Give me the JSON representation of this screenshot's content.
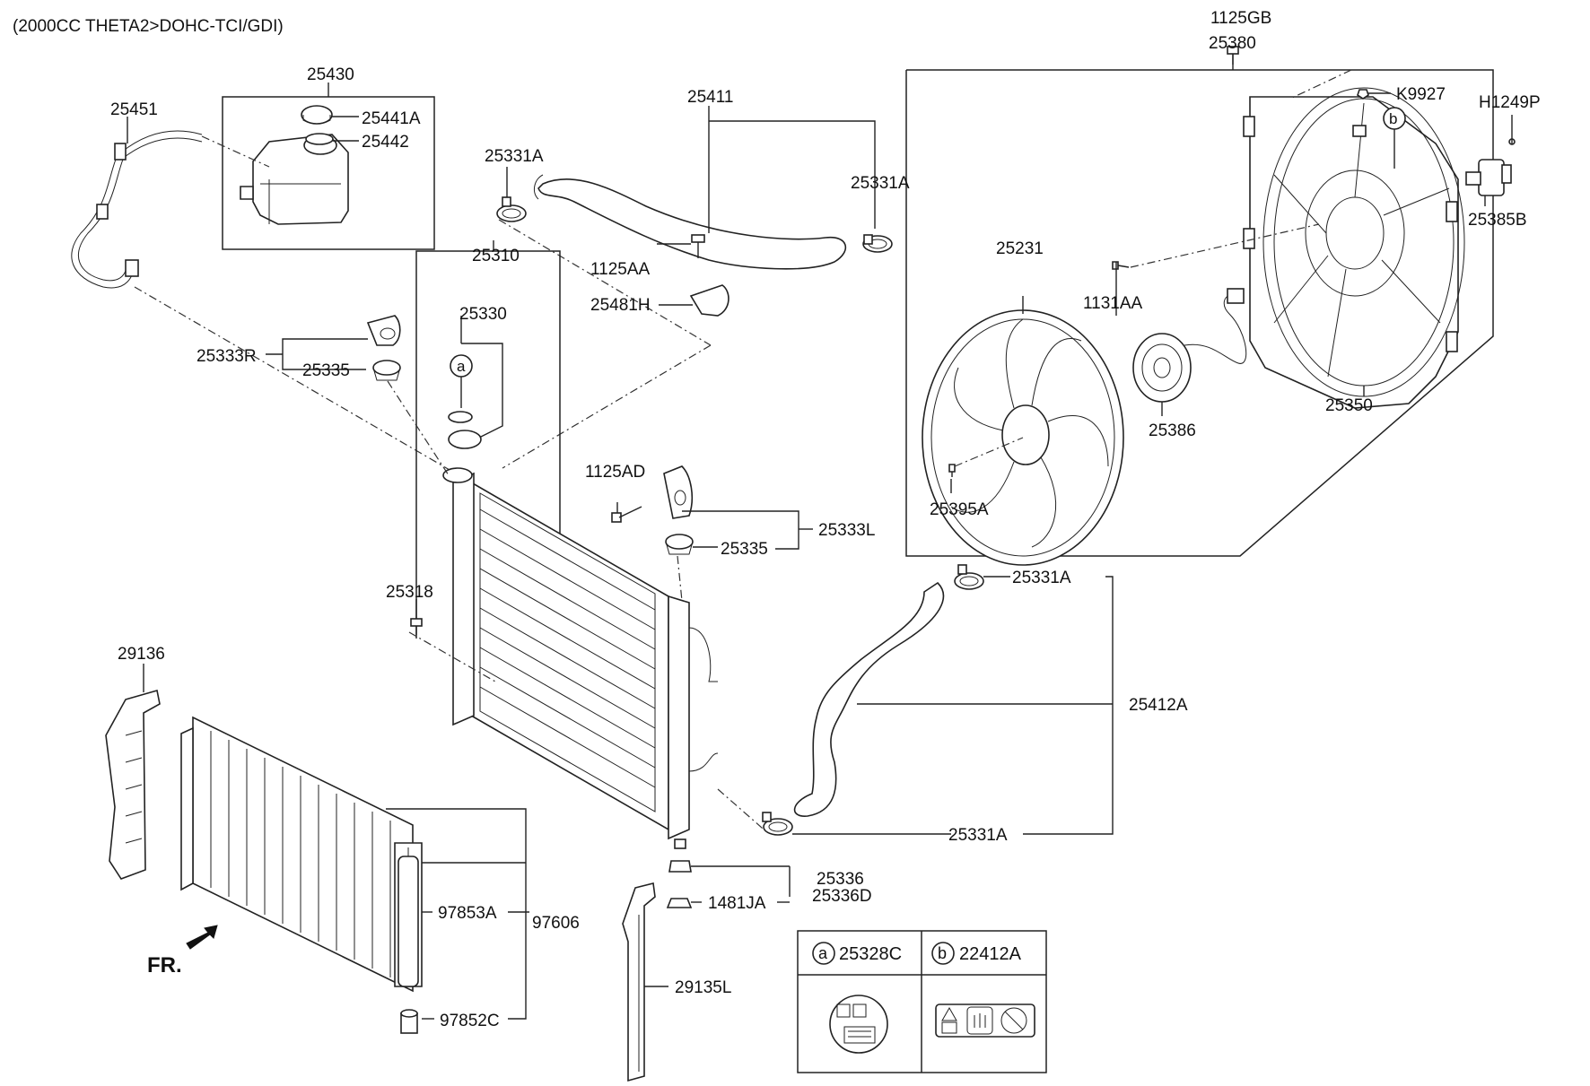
{
  "header": {
    "title": "(2000CC THETA2>DOHC-TCI/GDI)"
  },
  "labels": {
    "p1125GB": "1125GB",
    "p25380": "25380",
    "pK9927": "K9927",
    "pH1249P": "H1249P",
    "p25385B": "25385B",
    "p25430": "25430",
    "p25451": "25451",
    "p25441A": "25441A",
    "p25442": "25442",
    "p25411": "25411",
    "p25331A_left": "25331A",
    "p25331A_right": "25331A",
    "p25310": "25310",
    "p1125AA": "1125AA",
    "p25481H": "25481H",
    "p25330": "25330",
    "p25333R": "25333R",
    "p25335_left": "25335",
    "p25231": "25231",
    "p1131AA": "1131AA",
    "p25386": "25386",
    "p25350": "25350",
    "p1125AD": "1125AD",
    "p25395A": "25395A",
    "p25333L": "25333L",
    "p25335_right": "25335",
    "p25318": "25318",
    "p25331A_lower1": "25331A",
    "p25412A": "25412A",
    "p29136": "29136",
    "p25331A_lower2": "25331A",
    "p25336": "25336",
    "p1481JA": "1481JA",
    "p25336D": "25336D",
    "p97853A": "97853A",
    "p97606": "97606",
    "p29135L": "29135L",
    "p97852C": "97852C",
    "fr": "FR.",
    "callout_a": "a",
    "callout_b": "b"
  },
  "legend": {
    "a_letter": "a",
    "a_part": "25328C",
    "b_letter": "b",
    "b_part": "22412A"
  }
}
